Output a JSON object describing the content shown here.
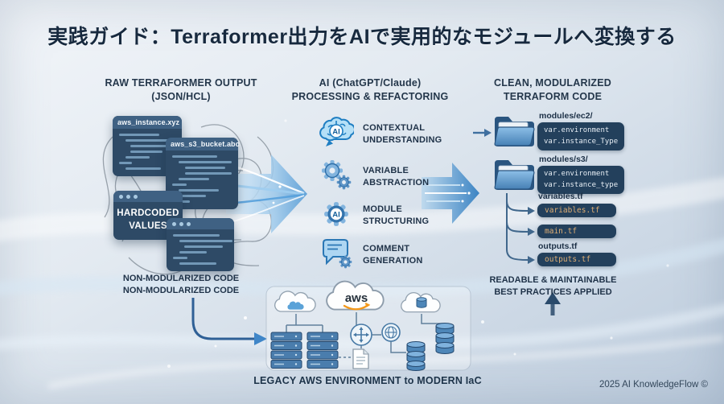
{
  "title": "実践ガイド：Terraformer出力をAIで実用的なモジュールへ変換する",
  "left": {
    "header1": "RAW TERRAFORMER OUTPUT",
    "header2": "(JSON/HCL)",
    "window1_title": "aws_instance.xyz",
    "window2_title": "aws_s3_bucket.abc",
    "hardcoded1": "HARDCODED",
    "hardcoded2": "VALUES",
    "caption1": "NON-MODULARIZED CODE",
    "caption2": "NON-MODULARIZED CODE"
  },
  "middle": {
    "header1": "AI (ChatGPT/Claude)",
    "header2": "PROCESSING & REFACTORING",
    "ai_label": "AI",
    "steps": [
      {
        "icon": "brain-ai-icon",
        "line1": "CONTEXTUAL",
        "line2": "UNDERSTANDING"
      },
      {
        "icon": "gears-icon",
        "line1": "VARIABLE",
        "line2": "ABSTRACTION"
      },
      {
        "icon": "ai-gear-icon",
        "line1": "MODULE",
        "line2": "STRUCTURING"
      },
      {
        "icon": "comment-gear-icon",
        "line1": "COMMENT",
        "line2": "GENERATION"
      }
    ]
  },
  "right": {
    "header1": "CLEAN, MODULARIZED",
    "header2": "TERRAFORM CODE",
    "folder1": {
      "name": "modules/ec2/",
      "var1": "var.environment",
      "var2": "var.instance_Type"
    },
    "folder2": {
      "name": "modules/s3/",
      "var1": "var.environment",
      "var2": "var.instance_type"
    },
    "file_label1": "variables.tf",
    "file_box1": "variables.tf",
    "file_box2": "main.tf",
    "file_label2": "outputs.tf",
    "file_box3": "outputs.tf",
    "caption1": "READABLE & MAINTAINABLE",
    "caption2": "BEST PRACTICES APPLIED"
  },
  "bottom": {
    "aws_logo": "aws",
    "caption": "LEGACY AWS ENVIRONMENT to MODERN IaC"
  },
  "footer": {
    "copyright": "2025 AI KnowledgeFlow ©"
  },
  "colors": {
    "aws_orange": "#f49819",
    "arrow_blue": "#2e7cc0",
    "window_bg": "#2e4a66",
    "code_amber": "#dfae74",
    "code_white": "#e6edf4",
    "accent_blue": "#2a77b5",
    "title_navy": "#17293e"
  }
}
